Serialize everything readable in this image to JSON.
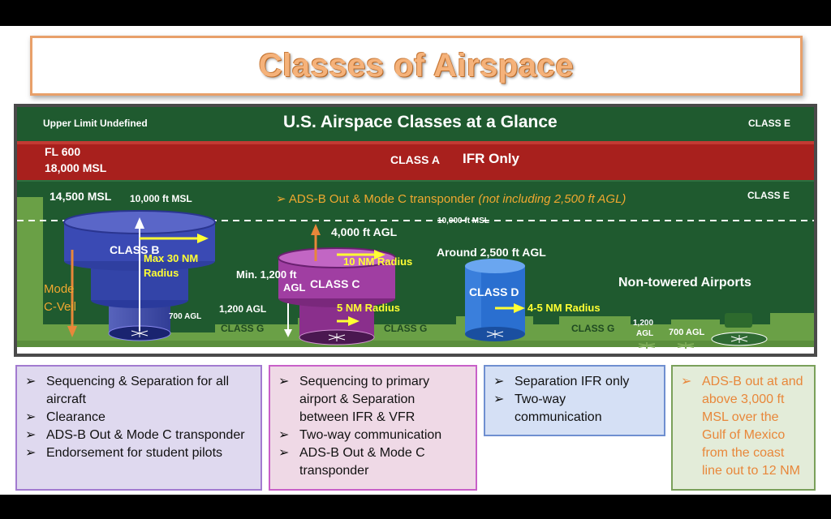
{
  "title": "Classes of Airspace",
  "diagram": {
    "heading": "U.S. Airspace Classes at a Glance",
    "upper_limit": "Upper Limit Undefined",
    "class_e_top": "CLASS E",
    "fl600": "FL 600",
    "msl18000": "18,000 MSL",
    "class_a": "CLASS A",
    "ifr_only": "IFR Only",
    "msl14500": "14,500 MSL",
    "msl10000_b": "10,000 ft MSL",
    "adsb_main": "➢  ADS-B Out & Mode C transponder ",
    "adsb_note": "(not including 2,500 ft AGL)",
    "class_e_mid": "CLASS E",
    "msl10000_line": "10,000 ft MSL",
    "agl4000": "4,000 ft AGL",
    "around2500": "Around 2,500 ft AGL",
    "class_b": "CLASS B",
    "max30_line1": "Max 30 NM",
    "max30_line2": "Radius",
    "min1200_line1": "Min. 1,200 ft",
    "min1200_line2": "AGL",
    "class_c": "CLASS C",
    "nm10": "10 NM Radius",
    "nm5": "5 NM Radius",
    "class_d": "CLASS D",
    "nm45": "4-5 NM Radius",
    "non_towered": "Non-towered Airports",
    "mode_c_veil_1": "Mode",
    "mode_c_veil_2": "C-Veil",
    "agl700_a": "700 AGL",
    "agl1200_a": "1,200 AGL",
    "class_g_1": "CLASS G",
    "class_g_2": "CLASS G",
    "class_g_3": "CLASS G",
    "agl1200_b_1": "1,200",
    "agl1200_b_2": "AGL",
    "agl700_b": "700 AGL"
  },
  "boxes": {
    "class_b": [
      "Sequencing & Separation for all aircraft",
      "Clearance",
      "ADS-B Out & Mode C transponder",
      "Endorsement for student pilots"
    ],
    "class_c": [
      "Sequencing to primary airport & Separation between IFR & VFR",
      "Two-way communication",
      "ADS-B Out & Mode C transponder"
    ],
    "class_d": [
      "Separation IFR  only",
      "Two-way communication"
    ],
    "class_e": [
      "ADS-B out at and above 3,000 ft MSL over the Gulf of Mexico from the coast line out to 12 NM"
    ]
  },
  "bullet": "➢",
  "colors": {
    "frame_green": "#1f5a2f",
    "class_a_red": "#a8201d",
    "class_b_blue": "#2a3a9c",
    "class_c_purple": "#8a2f8c",
    "class_d_blue": "#2a6fd0",
    "ground_green": "#6aa046",
    "title_orange": "#f5b27a",
    "label_yellow": "#ffff33"
  }
}
